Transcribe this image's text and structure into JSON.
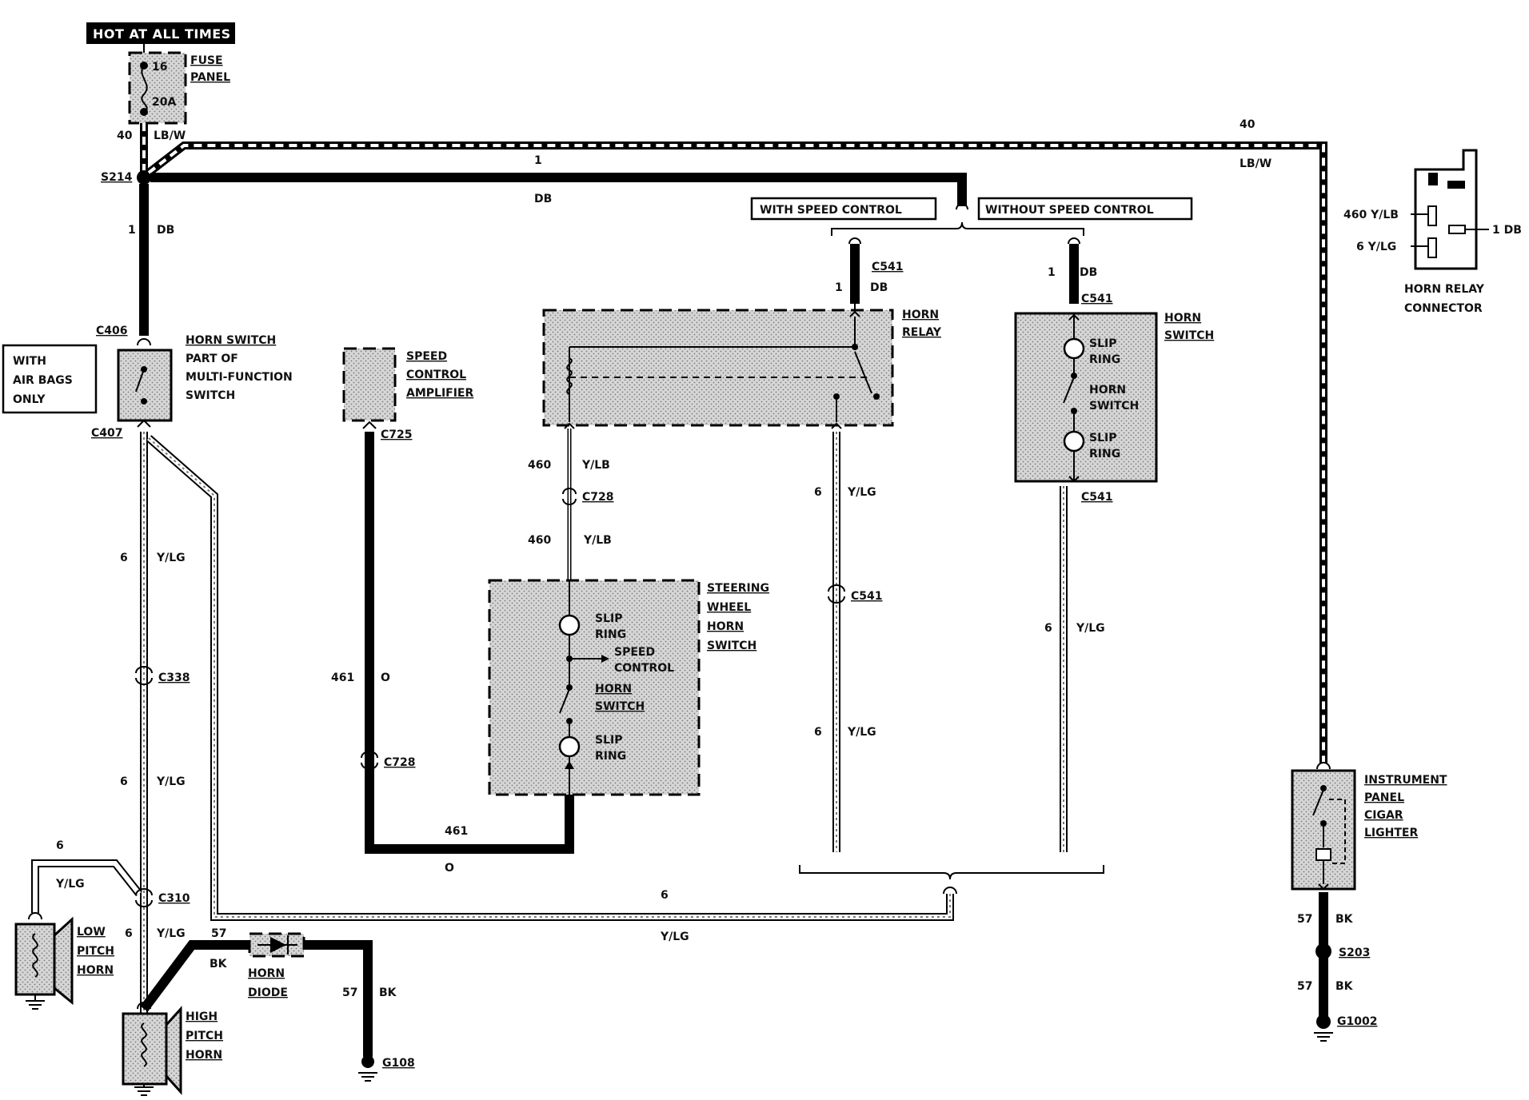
{
  "labels": {
    "hot_at_all_times": "HOT AT ALL TIMES",
    "fuse_panel": [
      "FUSE",
      "PANEL"
    ],
    "fuse_no": "16",
    "fuse_amp": "20A",
    "w40": "40",
    "lbw": "LB/W",
    "s214": "S214",
    "w1": "1",
    "db": "DB",
    "with_speed_control": "WITH SPEED CONTROL",
    "without_speed_control": "WITHOUT SPEED CONTROL",
    "with_air_bags_only": [
      "WITH",
      "AIR BAGS",
      "ONLY"
    ],
    "c406": "C406",
    "c407": "C407",
    "horn_switch_mf": [
      "HORN SWITCH",
      "PART OF",
      "MULTI-FUNCTION",
      "SWITCH"
    ],
    "speed_control_amplifier": [
      "SPEED",
      "CONTROL",
      "AMPLIFIER"
    ],
    "c725": "C725",
    "c728": "C728",
    "c541": "C541",
    "horn_relay": [
      "HORN",
      "RELAY"
    ],
    "horn_switch": [
      "HORN",
      "SWITCH"
    ],
    "slip_ring": [
      "SLIP",
      "RING"
    ],
    "horn_switch_inner": [
      "HORN",
      "SWITCH"
    ],
    "speed_control_inner": [
      "SPEED",
      "CONTROL"
    ],
    "steering_wheel_horn_switch": [
      "STEERING",
      "WHEEL",
      "HORN",
      "SWITCH"
    ],
    "w460": "460",
    "ylb": "Y/LB",
    "w6": "6",
    "ylg": "Y/LG",
    "w461": "461",
    "o": "O",
    "c338": "C338",
    "c310": "C310",
    "low_pitch_horn": [
      "LOW",
      "PITCH",
      "HORN"
    ],
    "high_pitch_horn": [
      "HIGH",
      "PITCH",
      "HORN"
    ],
    "w57": "57",
    "bk": "BK",
    "horn_diode": [
      "HORN",
      "DIODE"
    ],
    "g108": "G108",
    "instrument_panel_cigar_lighter": [
      "INSTRUMENT",
      "PANEL",
      "CIGAR",
      "LIGHTER"
    ],
    "s203": "S203",
    "g1002": "G1002",
    "relay_conn_460": "460 Y/LB",
    "relay_conn_6": "6 Y/LG",
    "relay_conn_1": "1 DB",
    "horn_relay_connector": [
      "HORN RELAY",
      "CONNECTOR"
    ]
  }
}
